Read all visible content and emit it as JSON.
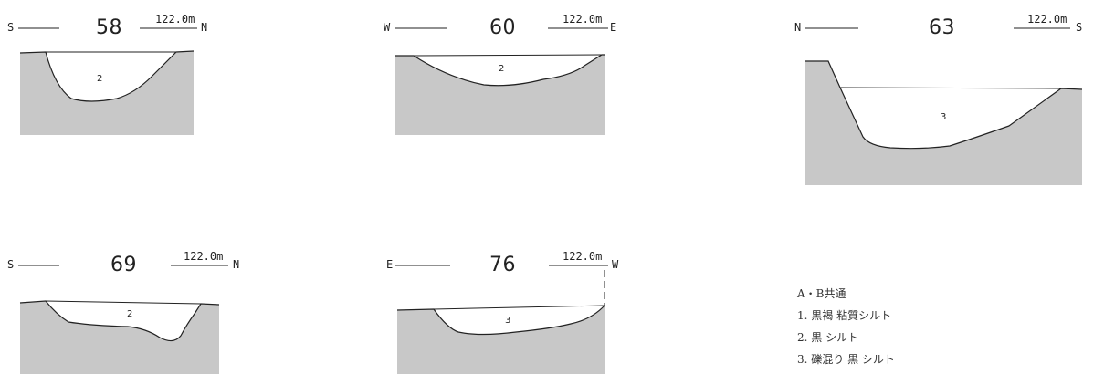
{
  "sections": [
    {
      "id": "58",
      "left_dir": "S",
      "right_dir": "N",
      "elevation": "122.0m",
      "layer": "2"
    },
    {
      "id": "60",
      "left_dir": "W",
      "right_dir": "E",
      "elevation": "122.0m",
      "layer": "2"
    },
    {
      "id": "63",
      "left_dir": "N",
      "right_dir": "S",
      "elevation": "122.0m",
      "layer": "3"
    },
    {
      "id": "69",
      "left_dir": "S",
      "right_dir": "N",
      "elevation": "122.0m",
      "layer": "2"
    },
    {
      "id": "76",
      "left_dir": "E",
      "right_dir": "W",
      "elevation": "122.0m",
      "layer": "3"
    }
  ],
  "legend": {
    "title": "A・B共通",
    "items": [
      "1. 黒褐 粘質シルト",
      "2. 黒 シルト",
      "3. 礫混り 黒 シルト"
    ]
  },
  "colors": {
    "ground_fill": "#c8c8c8",
    "fill_soil": "#ffffff",
    "line": "#222222"
  }
}
